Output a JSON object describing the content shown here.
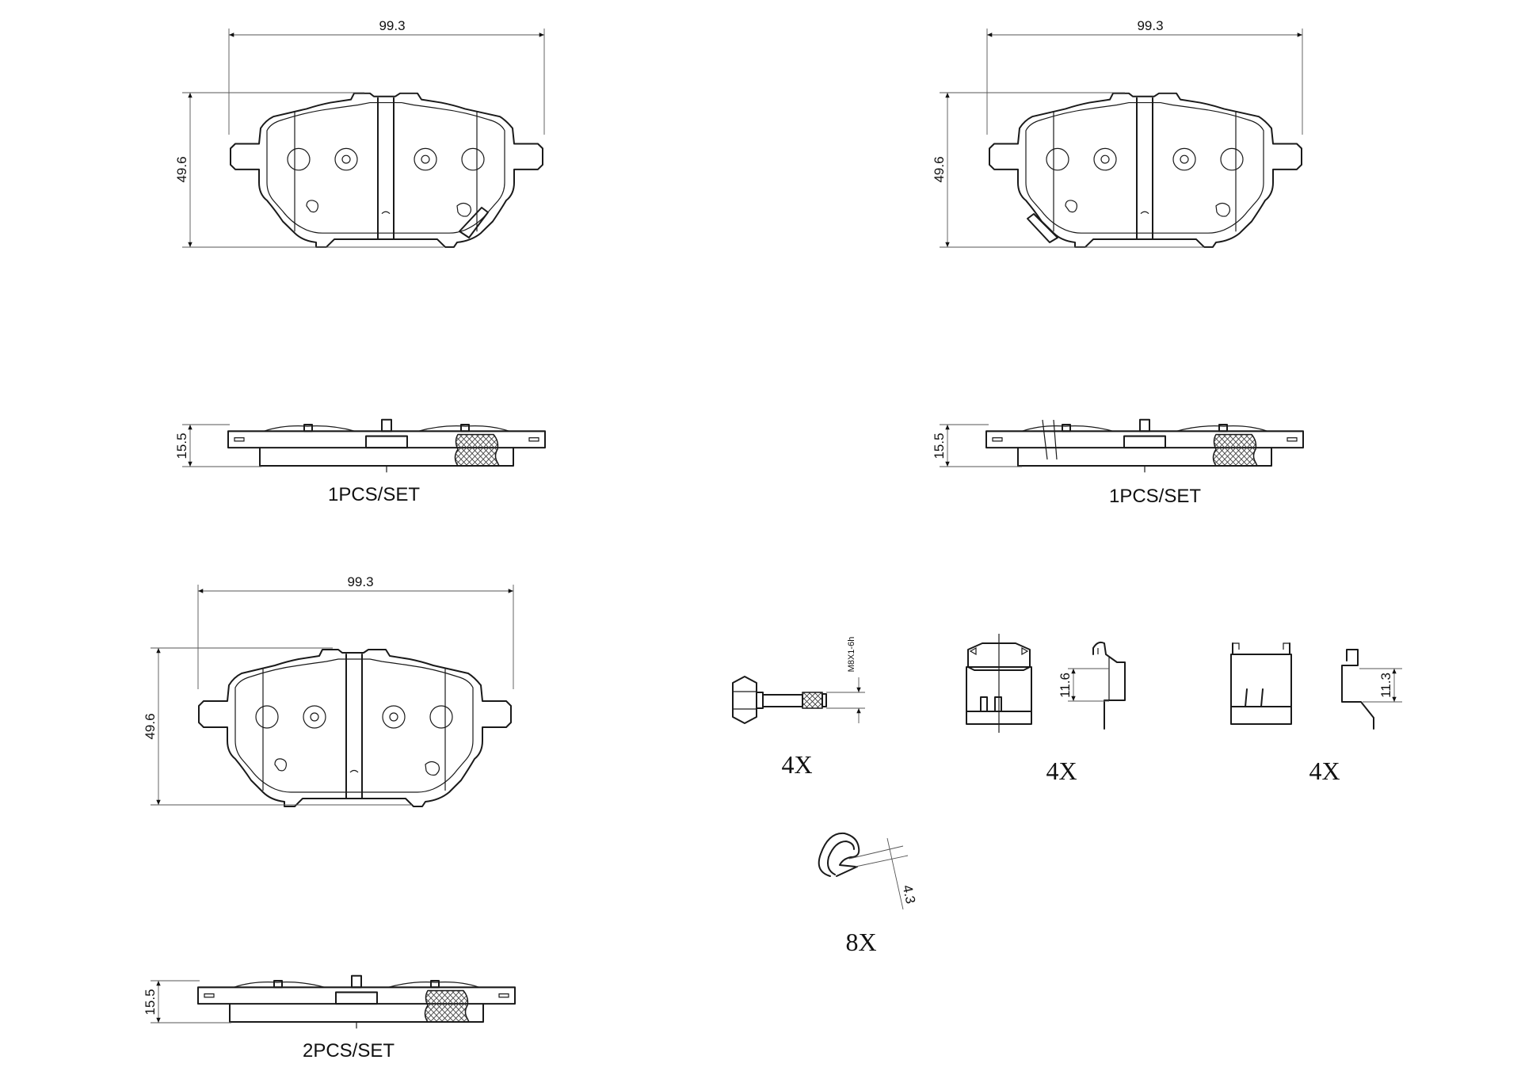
{
  "pads": [
    {
      "width": "99.3",
      "height": "49.6",
      "thickness": "15.5",
      "quantity": "1PCS/SET"
    },
    {
      "width": "99.3",
      "height": "49.6",
      "thickness": "15.5",
      "quantity": "1PCS/SET"
    },
    {
      "width": "99.3",
      "height": "49.6",
      "thickness": "15.5",
      "quantity": "2PCS/SET"
    }
  ],
  "accessories": {
    "bolt": {
      "thread": "M8X1-6h",
      "quantity": "4X"
    },
    "clip_a": {
      "height": "11.6",
      "quantity": "4X"
    },
    "clip_b": {
      "height": "11.3",
      "quantity": "4X"
    },
    "spring": {
      "wire": "4.3",
      "quantity": "8X"
    }
  }
}
